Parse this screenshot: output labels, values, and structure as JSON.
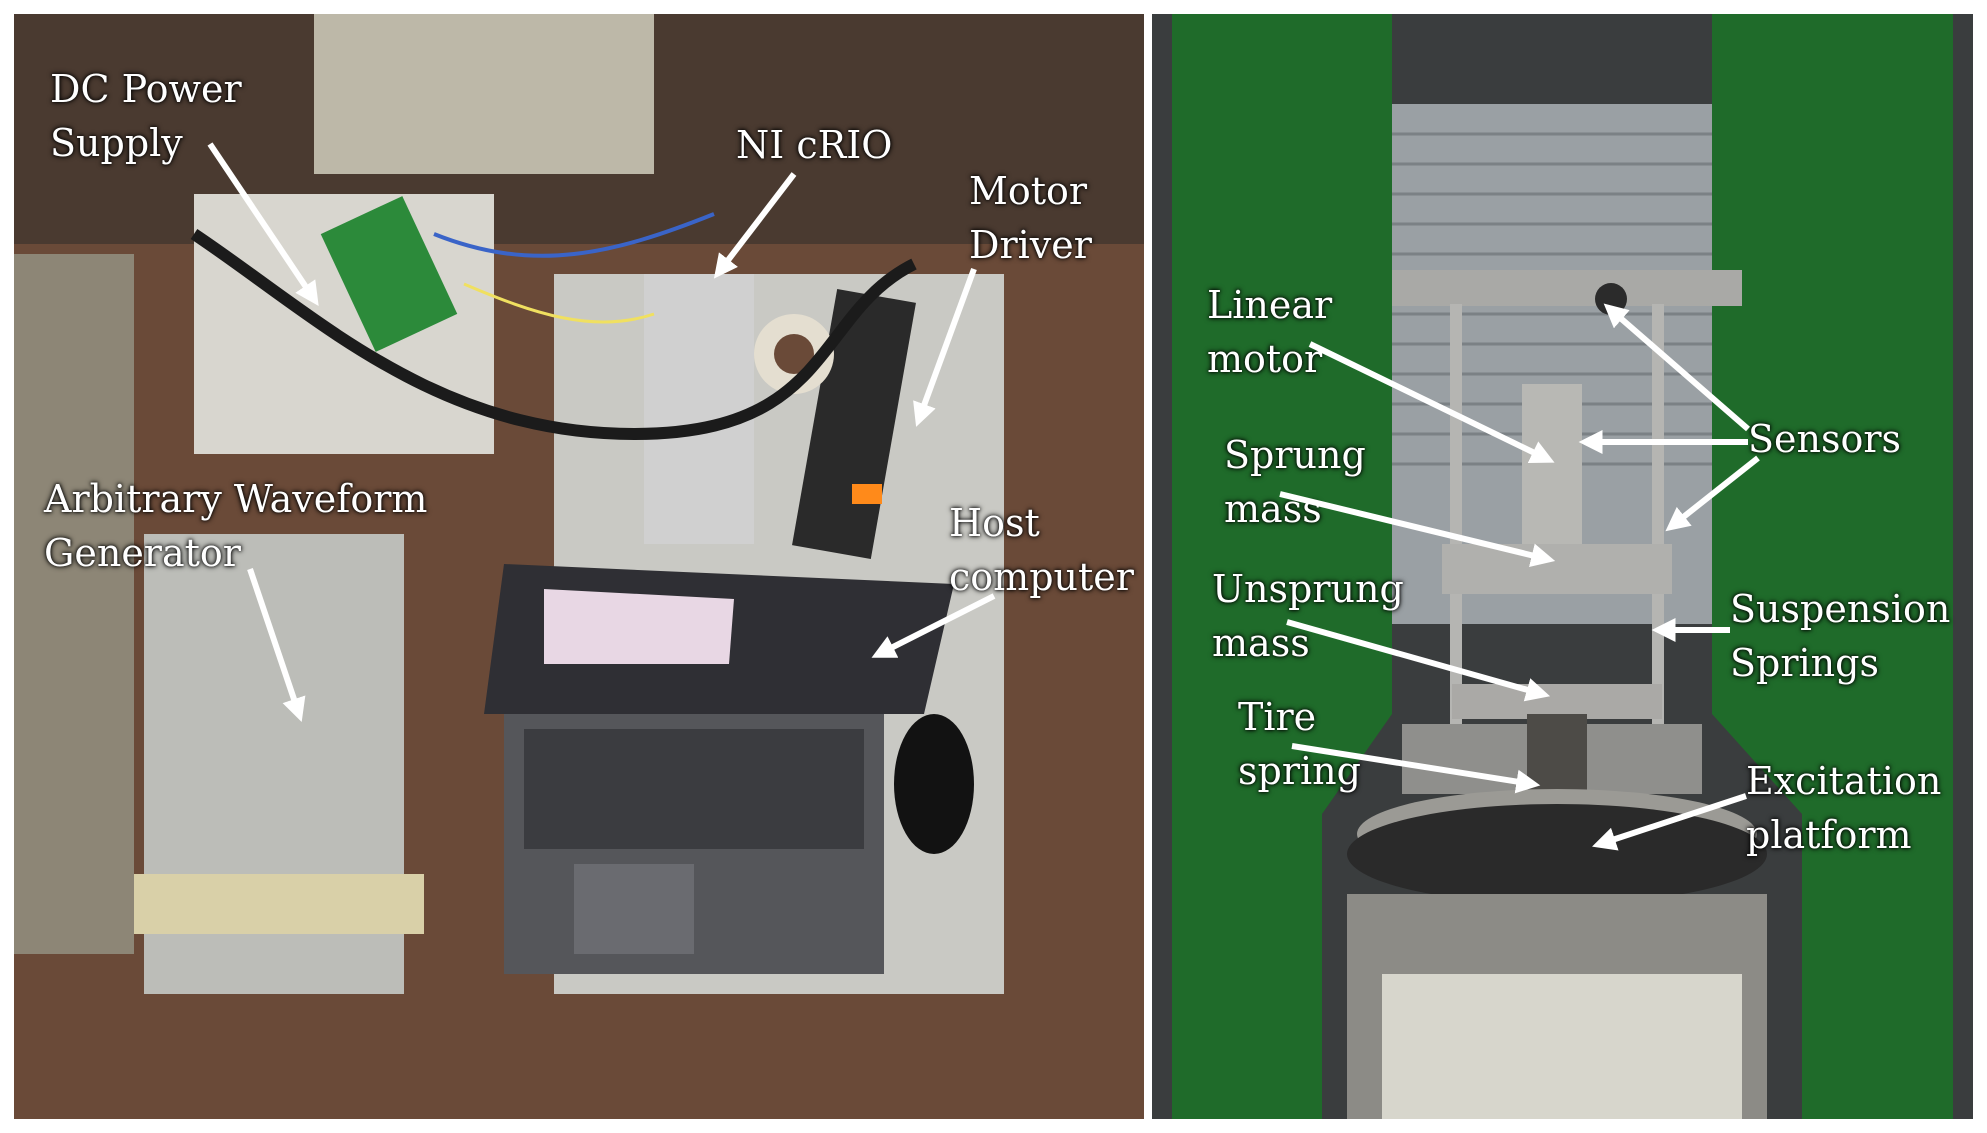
{
  "left_labels": {
    "dc_power_supply": [
      "DC Power",
      "Supply"
    ],
    "ni_crio": [
      "NI cRIO"
    ],
    "motor_driver": [
      "Motor",
      "Driver"
    ],
    "waveform_generator": [
      "Arbitrary Waveform",
      "Generator"
    ],
    "host_computer": [
      "Host",
      "computer"
    ]
  },
  "right_labels": {
    "linear_motor": [
      "Linear",
      "motor"
    ],
    "sprung_mass": [
      "Sprung",
      "mass"
    ],
    "unsprung_mass": [
      "Unsprung",
      "mass"
    ],
    "tire_spring": [
      "Tire",
      "spring"
    ],
    "sensors": [
      "Sensors"
    ],
    "suspension_springs": [
      "Suspension",
      "Springs"
    ],
    "excitation_platform": [
      "Excitation",
      "platform"
    ]
  },
  "colors": {
    "frame_green": "#1f6b2a",
    "floor_brown": "#6a4a38",
    "table_gray": "#c9c9c4",
    "label_text": "#ffffff"
  }
}
